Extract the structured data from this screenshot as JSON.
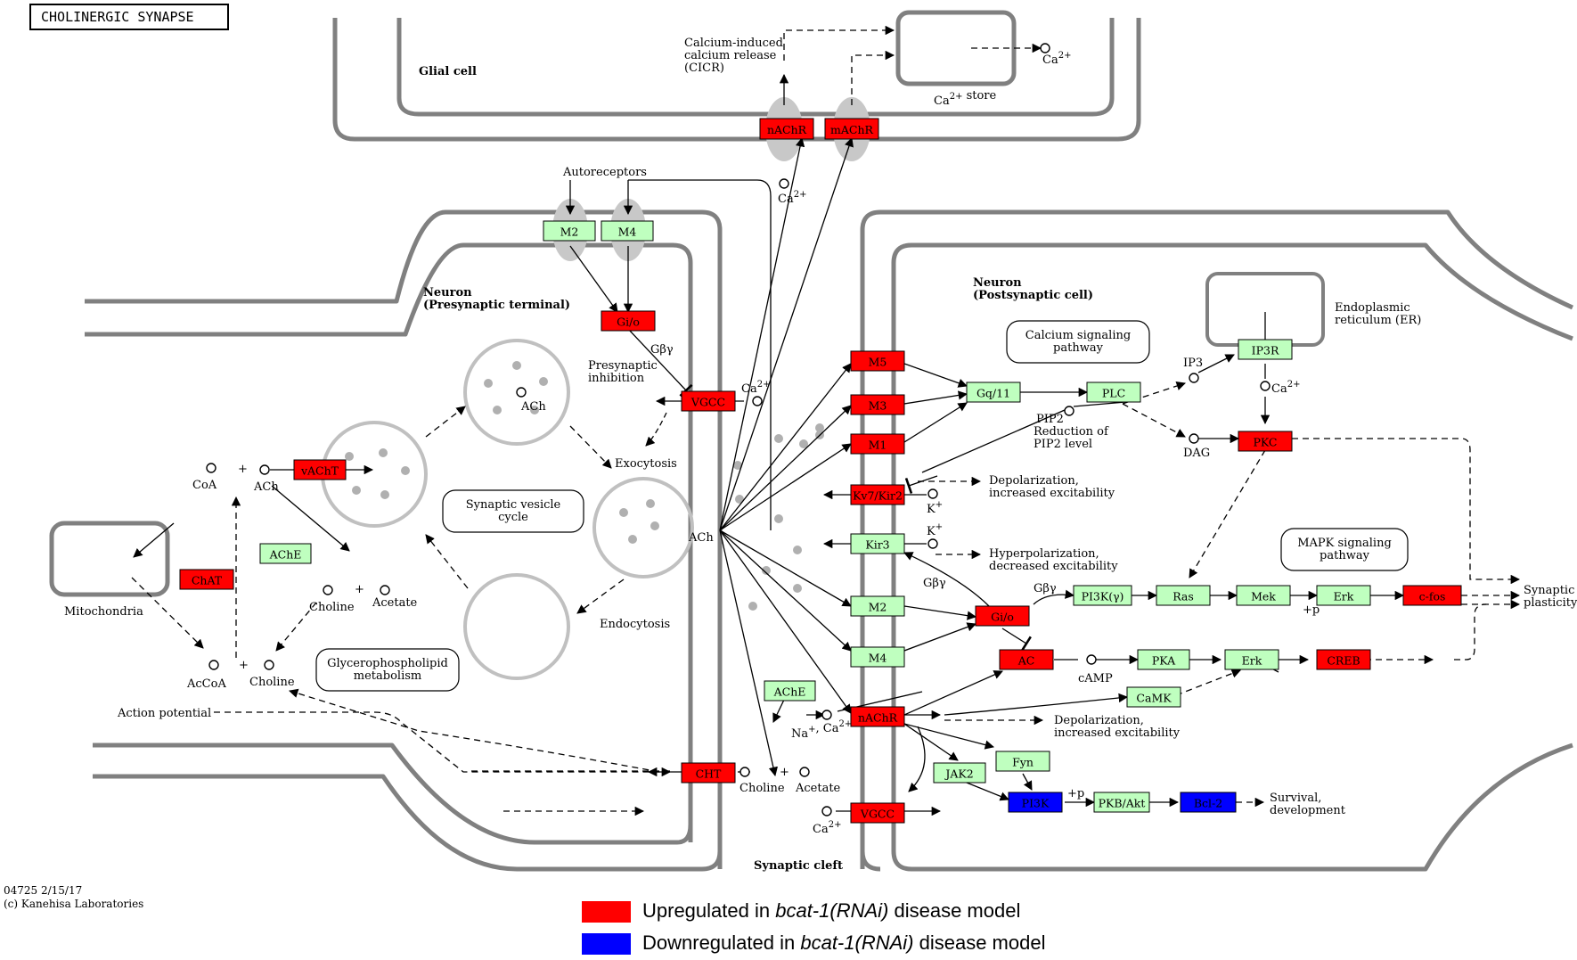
{
  "title": "CHOLINERGIC SYNAPSE",
  "footer": {
    "map_id": "04725 2/15/17",
    "copyright": "(c) Kanehisa Laboratories"
  },
  "colors": {
    "upregulated": "#ff0000",
    "downregulated": "#0000ff",
    "unchanged": "#bfffbf",
    "membrane": "#808080"
  },
  "compartments": {
    "glial": "Glial cell",
    "presynaptic": "Neuron\n(Presynaptic terminal)",
    "postsynaptic": "Neuron\n(Postsynaptic cell)",
    "cleft": "Synaptic cleft",
    "mitochondria": "Mitochondria",
    "er": "Endoplasmic\nreticulum (ER)",
    "ca_store": "Ca2+ store"
  },
  "genes": [
    {
      "id": "glial-nachr",
      "label": "nAChR",
      "status": "up"
    },
    {
      "id": "glial-machr",
      "label": "mAChR",
      "status": "up"
    },
    {
      "id": "auto-m2",
      "label": "M2",
      "status": "none"
    },
    {
      "id": "auto-m4",
      "label": "M4",
      "status": "none"
    },
    {
      "id": "pre-gio",
      "label": "Gi/o",
      "status": "up"
    },
    {
      "id": "pre-vgcc",
      "label": "VGCC",
      "status": "up"
    },
    {
      "id": "vacht",
      "label": "vAChT",
      "status": "up"
    },
    {
      "id": "chat",
      "label": "ChAT",
      "status": "up"
    },
    {
      "id": "pre-ache",
      "label": "AChE",
      "status": "none"
    },
    {
      "id": "cleft-ache",
      "label": "AChE",
      "status": "none"
    },
    {
      "id": "cht",
      "label": "CHT",
      "status": "up"
    },
    {
      "id": "post-m5",
      "label": "M5",
      "status": "up"
    },
    {
      "id": "post-m3",
      "label": "M3",
      "status": "up"
    },
    {
      "id": "post-m1",
      "label": "M1",
      "status": "up"
    },
    {
      "id": "kv7",
      "label": "Kv7/Kir2",
      "status": "up"
    },
    {
      "id": "kir3",
      "label": "Kir3",
      "status": "none"
    },
    {
      "id": "post-m2",
      "label": "M2",
      "status": "none"
    },
    {
      "id": "post-m4",
      "label": "M4",
      "status": "none"
    },
    {
      "id": "post-nachr",
      "label": "nAChR",
      "status": "up"
    },
    {
      "id": "post-vgcc",
      "label": "VGCC",
      "status": "up"
    },
    {
      "id": "gq11",
      "label": "Gq/11",
      "status": "none"
    },
    {
      "id": "plc",
      "label": "PLC",
      "status": "none"
    },
    {
      "id": "ip3r",
      "label": "IP3R",
      "status": "none"
    },
    {
      "id": "pkc",
      "label": "PKC",
      "status": "up"
    },
    {
      "id": "post-gio",
      "label": "Gi/o",
      "status": "up"
    },
    {
      "id": "pi3k-gamma",
      "label": "PI3K(γ)",
      "status": "none"
    },
    {
      "id": "ras",
      "label": "Ras",
      "status": "none"
    },
    {
      "id": "mek",
      "label": "Mek",
      "status": "none"
    },
    {
      "id": "erk1",
      "label": "Erk",
      "status": "none"
    },
    {
      "id": "cfos",
      "label": "c-fos",
      "status": "up"
    },
    {
      "id": "ac",
      "label": "AC",
      "status": "up"
    },
    {
      "id": "pka",
      "label": "PKA",
      "status": "none"
    },
    {
      "id": "erk2",
      "label": "Erk",
      "status": "none"
    },
    {
      "id": "creb",
      "label": "CREB",
      "status": "up"
    },
    {
      "id": "camk",
      "label": "CaMK",
      "status": "none"
    },
    {
      "id": "jak2",
      "label": "JAK2",
      "status": "none"
    },
    {
      "id": "fyn",
      "label": "Fyn",
      "status": "none"
    },
    {
      "id": "pi3k",
      "label": "PI3K",
      "status": "down"
    },
    {
      "id": "pkb",
      "label": "PKB/Akt",
      "status": "none"
    },
    {
      "id": "bcl2",
      "label": "Bcl-2",
      "status": "down"
    }
  ],
  "pathways": [
    {
      "id": "synaptic-vesicle",
      "label": "Synaptic vesicle\ncycle"
    },
    {
      "id": "glycerophospholipid",
      "label": "Glycerophospholipid\nmetabolism"
    },
    {
      "id": "calcium-signaling",
      "label": "Calcium signaling\npathway"
    },
    {
      "id": "mapk-signaling",
      "label": "MAPK signaling\npathway"
    }
  ],
  "labels": {
    "cicr": "Calcium-induced\ncalcium release\n(CICR)",
    "autoreceptors": "Autoreceptors",
    "presynaptic_inhibition": "Presynaptic\ninhibition",
    "gbg": "Gβγ",
    "exocytosis": "Exocytosis",
    "endocytosis": "Endocytosis",
    "action_potential": "Action potential",
    "depol1": "Depolarization,\nincreased excitability",
    "hyperpol": "Hyperpolarization,\ndecreased excitability",
    "depol2": "Depolarization,\nincreased excitability",
    "pip2": "PIP2",
    "pip2_reduction": "Reduction of\nPIP2 level",
    "synaptic_plasticity": "Synaptic\nplasticity",
    "survival": "Survival,\ndevelopment",
    "plus_p": "+p"
  },
  "compounds": {
    "ca": "Ca2+",
    "ach": "ACh",
    "coa": "CoA",
    "acetyl_coa": "AcCoA",
    "choline": "Choline",
    "acetate": "Acetate",
    "k": "K+",
    "ip3": "IP3",
    "dag": "DAG",
    "camp": "cAMP",
    "na_ca": "Na+, Ca2+"
  },
  "legend": [
    {
      "color": "#ff0000",
      "prefix": "Upregulated in ",
      "italic": "bcat-1(RNAi)",
      "suffix": " disease model"
    },
    {
      "color": "#0000ff",
      "prefix": "Downregulated in ",
      "italic": "bcat-1(RNAi)",
      "suffix": " disease model"
    }
  ]
}
